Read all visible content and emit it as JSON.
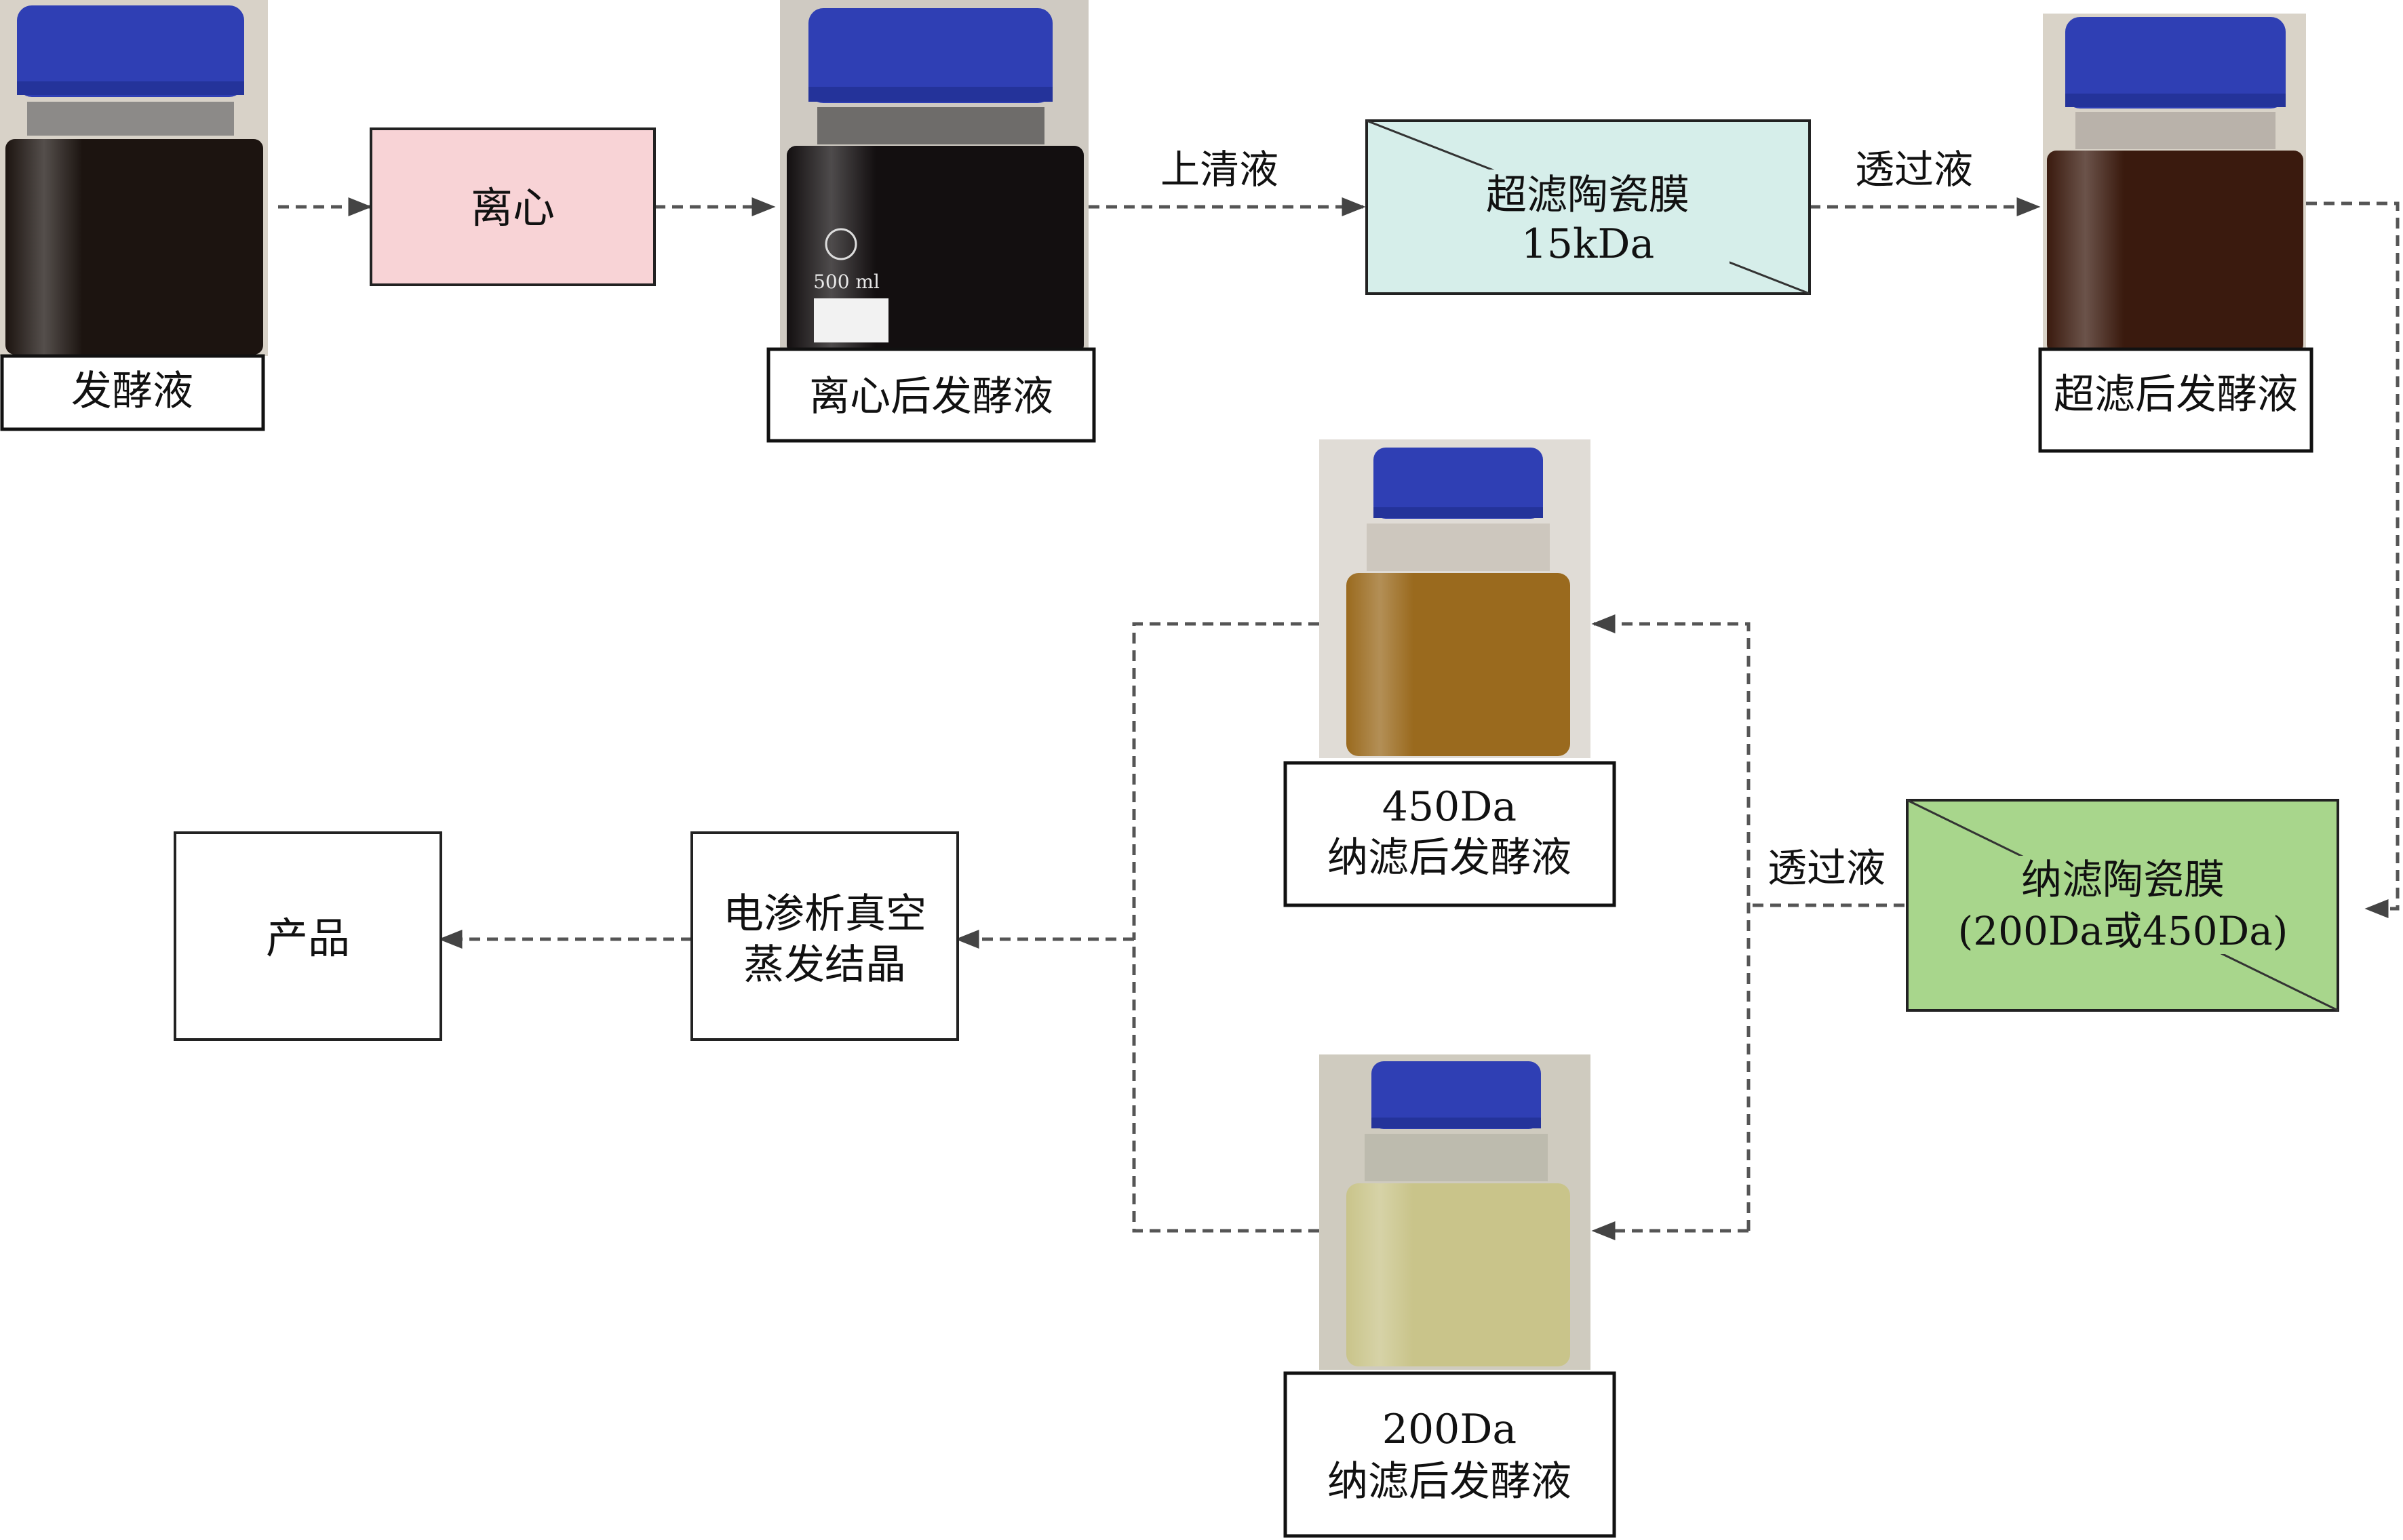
{
  "steps": {
    "raw_broth": "发酵液",
    "centrifuge": "离心",
    "centrifuged_broth": "离心后发酵液",
    "uf_membrane_line1": "超滤陶瓷膜",
    "uf_membrane_line2": "15kDa",
    "uf_broth": "超滤后发酵液",
    "nf_membrane_line1": "纳滤陶瓷膜",
    "nf_membrane_line2": "(200Da或450Da)",
    "nf450_line1": "450Da",
    "nf450_line2": "纳滤后发酵液",
    "nf200_line1": "200Da",
    "nf200_line2": "纳滤后发酵液",
    "ed_line1": "电渗析真空",
    "ed_line2": "蒸发结晶",
    "product": "产品"
  },
  "flow_labels": {
    "supernatant": "上清液",
    "permeate_uf": "透过液",
    "permeate_nf": "透过液"
  },
  "bottle_label_text": "500 ml",
  "colors": {
    "centrifuge_fill": "#f8d3d6",
    "uf_fill": "#d6eeea",
    "nf_fill": "#a8d68c",
    "cap_blue": "#2f3fb4",
    "arrow": "#555555",
    "raw_liquid": "#1c1410",
    "centrifuged_liquid": "#130f10",
    "uf_liquid": "#3a1a0e",
    "nf450_liquid": "#9a6a1e",
    "nf200_liquid": "#c9c48a"
  }
}
